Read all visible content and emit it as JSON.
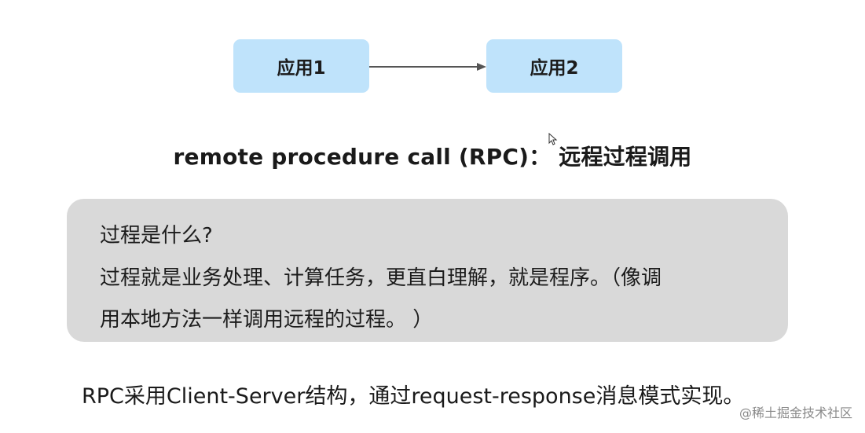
{
  "diagram": {
    "app1_label": "应用1",
    "app2_label": "应用2",
    "arrow_color": "#555555",
    "box_color": "#bfe3fb"
  },
  "title": "remote procedure call (RPC)：  远程过程调用",
  "explanation": {
    "question": "过程是什么?",
    "answer_line1": "过程就是业务处理、计算任务，更直白理解，就是程序。（像调",
    "answer_line2": "用本地方法一样调用远程的过程。 ）",
    "box_color": "#d9d9d9"
  },
  "footer": "RPC采用Client-Server结构，通过request-response消息模式实现。",
  "watermark": "@稀土掘金技术社区"
}
